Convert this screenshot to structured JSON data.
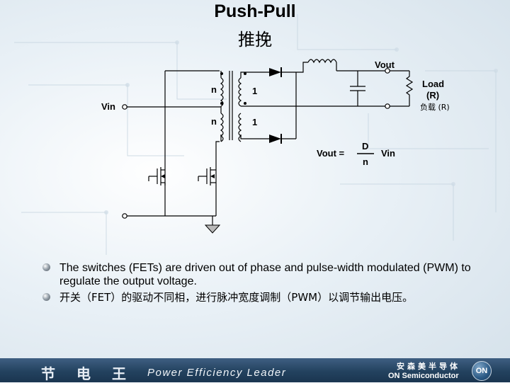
{
  "title": "Push-Pull",
  "subtitle": "推挽",
  "diagram": {
    "vout_label": "Vout",
    "load_label": "Load",
    "load_r_label": "(R)",
    "load_cn_label": "负载 (R)",
    "vin_label": "Vin",
    "turns_n_top": "n",
    "turns_1_top": "1",
    "turns_n_bottom": "n",
    "turns_1_bottom": "1",
    "equation": {
      "lhs": "Vout =",
      "numerator": "D",
      "denominator": "n",
      "rhs": "Vin"
    }
  },
  "bullets": [
    "The switches (FETs) are driven out of phase and pulse-width modulated (PWM) to regulate the output voltage.",
    "开关（FET）的驱动不同相，进行脉冲宽度调制（PWM）以调节输出电压。"
  ],
  "footer": {
    "brand": "节电王",
    "tagline": "Power Efficiency Leader",
    "company_cn": "安森美半导体",
    "company_en": "ON Semiconductor",
    "logo_text": "ON"
  }
}
